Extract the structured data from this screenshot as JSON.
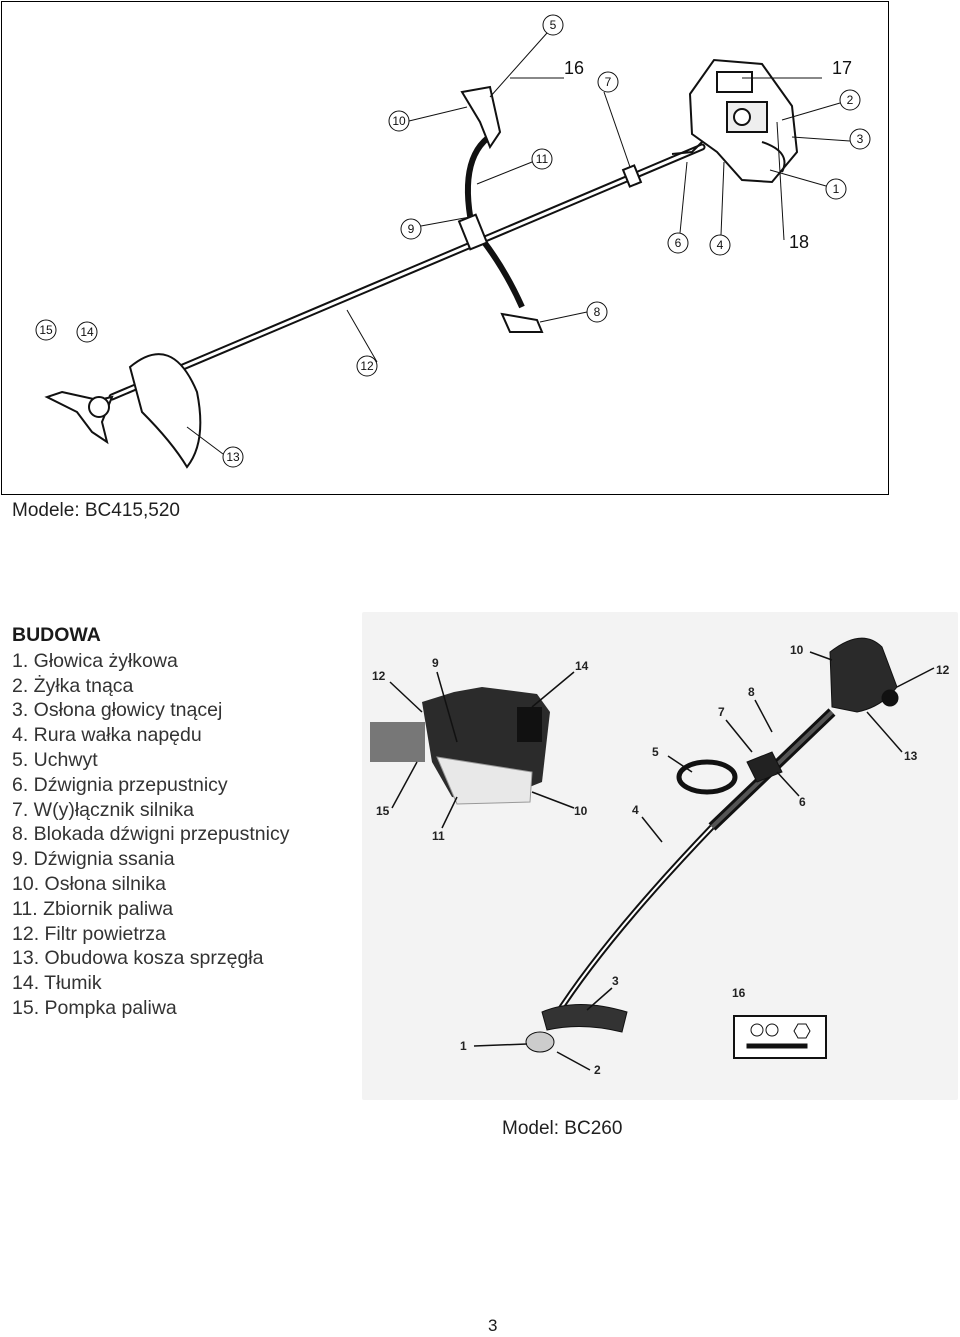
{
  "top_figure": {
    "callouts": [
      "1",
      "2",
      "3",
      "4",
      "5",
      "6",
      "7",
      "8",
      "9",
      "10",
      "11",
      "12",
      "13",
      "14",
      "15",
      "16",
      "17",
      "18"
    ],
    "caption": "Modele: BC415,520"
  },
  "parts_list": {
    "heading": "BUDOWA",
    "items": [
      "1.  Głowica żyłkowa",
      "2.  Żyłka tnąca",
      "3.  Osłona głowicy tnącej",
      "4.  Rura wałka napędu",
      "5.  Uchwyt",
      "6.  Dźwignia przepustnicy",
      "7.  W(y)łącznik silnika",
      "8.  Blokada dźwigni przepustnicy",
      "9.  Dźwignia ssania",
      "10. Osłona silnika",
      "11. Zbiornik paliwa",
      "12. Filtr powietrza",
      "13. Obudowa kosza sprzęgła",
      "14. Tłumik",
      "15. Pompka paliwa"
    ]
  },
  "bottom_figure": {
    "caption": "Model: BC260",
    "callouts": [
      "12",
      "9",
      "14",
      "15",
      "11",
      "10",
      "10",
      "12",
      "8",
      "7",
      "13",
      "5",
      "6",
      "4",
      "3",
      "16",
      "1",
      "2"
    ]
  },
  "page_number": "3"
}
